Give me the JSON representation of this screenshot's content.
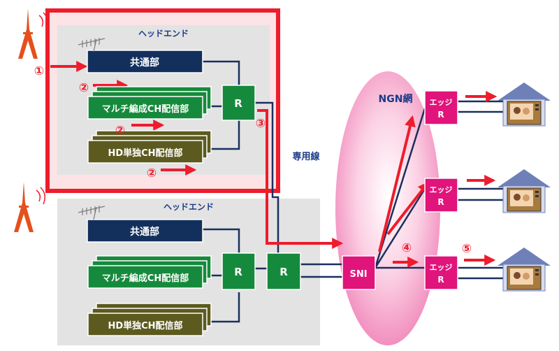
{
  "headend_title": "ヘッドエンド",
  "common_label": "共通部",
  "multi_label": "マルチ編成CH配信部",
  "hd_label": "HD単独CH配信部",
  "router_label": "R",
  "leased_line_label": "専用線",
  "ngn_label": "NGN網",
  "sni_label": "SNI",
  "edge_label_line1": "エッジ",
  "edge_label_line2": "R",
  "step_labels": [
    "①",
    "②",
    "③",
    "④",
    "⑤"
  ],
  "colors": {
    "navy": "#13305d",
    "green": "#168a3c",
    "olive": "#5c5a1e",
    "red": "#ee1c2c",
    "magenta": "#e0147a",
    "pink": "#f6a8cc",
    "gray_panel": "#e3e3e3",
    "line": "#1b2f5e",
    "label_blue": "#1b3a88"
  }
}
